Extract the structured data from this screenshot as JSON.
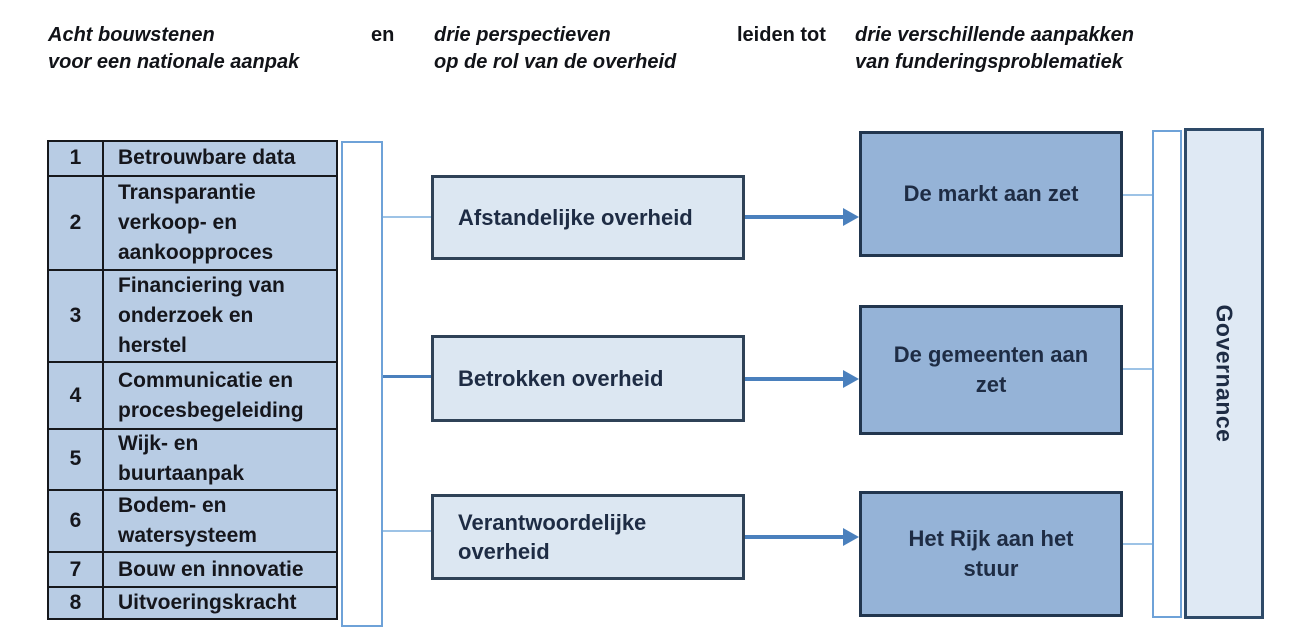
{
  "header": {
    "left_title": "Acht bouwstenen\nvoor een nationale aanpak",
    "conjunction_1": "en",
    "middle_title": "drie perspectieven\nop de rol van de overheid",
    "conjunction_2": "leiden tot",
    "right_title": "drie verschillende aanpakken\nvan funderingsproblematiek"
  },
  "building_blocks": {
    "rows": [
      {
        "num": "1",
        "label": "Betrouwbare data"
      },
      {
        "num": "2",
        "label": "Transparantie\nverkoop- en\naankoopproces"
      },
      {
        "num": "3",
        "label": "Financiering van\nonderzoek en\nherstel"
      },
      {
        "num": "4",
        "label": "Communicatie en\nprocesbegeleiding"
      },
      {
        "num": "5",
        "label": "Wijk- en\nbuurtaanpak"
      },
      {
        "num": "6",
        "label": "Bodem- en\nwatersysteem"
      },
      {
        "num": "7",
        "label": "Bouw en innovatie"
      },
      {
        "num": "8",
        "label": "Uitvoeringskracht"
      }
    ]
  },
  "perspectives": [
    {
      "label": "Afstandelijke overheid"
    },
    {
      "label": "Betrokken overheid"
    },
    {
      "label": "Verantwoordelijke\noverheid"
    }
  ],
  "approaches": [
    {
      "label": "De markt aan zet"
    },
    {
      "label": "De gemeenten aan\nzet"
    },
    {
      "label": "Het Rijk aan het\nstuur"
    }
  ],
  "governance": {
    "label": "Governance"
  },
  "colors": {
    "table_fill": "#b8cce4",
    "light_box_fill": "#dce7f2",
    "approach_box_fill": "#95b3d7",
    "box_border_dark": "#2f4257",
    "table_border": "#16181c",
    "arrow_blue": "#4a80bd",
    "connector_light": "#9dc3e6",
    "brace_border": "#6ea2d8",
    "text_dark_navy": "#1e2c44"
  }
}
